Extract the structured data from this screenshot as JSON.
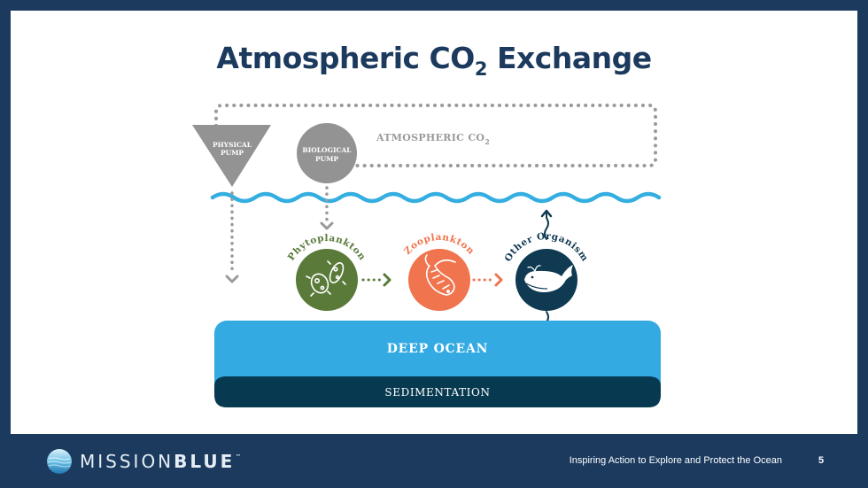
{
  "title": {
    "main": "Atmospheric CO",
    "subscript": "2",
    "suffix": " Exchange"
  },
  "pumps": {
    "physical": [
      "PHYSICAL",
      "PUMP"
    ],
    "biological": [
      "BIOLOGICAL",
      "PUMP"
    ]
  },
  "atmospheric_label": {
    "text": "ATMOSPHERIC CO",
    "subscript": "2"
  },
  "organisms": [
    {
      "label": "Phytoplankton",
      "color": "#5a7a3a",
      "icon": "phytoplankton-icon"
    },
    {
      "label": "Zooplankton",
      "color": "#f0744e",
      "icon": "zooplankton-icon"
    },
    {
      "label": "Other Organism",
      "color": "#0f3a52",
      "icon": "whale-icon"
    }
  ],
  "deep_ocean": "DEEP OCEAN",
  "sedimentation": "SEDIMENTATION",
  "colors": {
    "frame": "#1b3a5e",
    "wave": "#34aee0",
    "deep_ocean": "#33aae2",
    "sediment": "#073a50",
    "gray": "#9a9a9a"
  },
  "footer": {
    "brand_light": "MISSION",
    "brand_bold": "BLUE",
    "brand_tm": "™",
    "tagline": "Inspiring Action to Explore and Protect the Ocean",
    "page": "5"
  }
}
